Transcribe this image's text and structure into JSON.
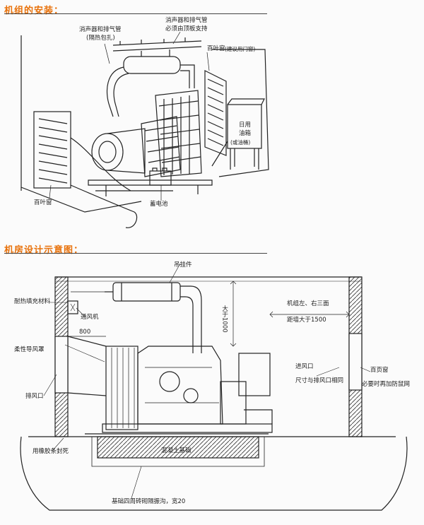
{
  "colors": {
    "accent": "#e8710a",
    "line": "#222222",
    "paper": "#fbfbfb"
  },
  "section1": {
    "title": "机组的安装：",
    "labels": {
      "muffler_insulated_1": "消声器和排气管",
      "muffler_insulated_2": "(隔热包扎)",
      "muffler_support_1": "消声器和排气管",
      "muffler_support_2": "必须由顶板支持",
      "louver_top": "百叶窗",
      "louver_top_note": "(建议用门窗)",
      "tank_1": "日用",
      "tank_2": "油箱",
      "tank_note": "(或油桶)",
      "louver_bottom": "百叶窗",
      "battery": "蓄电池"
    }
  },
  "section2": {
    "title": "机房设计示意图：",
    "labels": {
      "hanger": "吊挂件",
      "insulation": "耐热填充材料",
      "fan": "通风机",
      "dim_800": "800",
      "flex_duct": "柔性导风罩",
      "exhaust": "排风口",
      "seal": "用橡胶条封死",
      "clearance": "大于1000",
      "side_1": "机组左、右三面",
      "side_2": "距墙大于1500",
      "intake": "进风口",
      "intake_note": "尺寸与排风口相同",
      "louver": "百页窗",
      "louver_note": "必要时再加防鼠网",
      "foundation": "混凝土基础",
      "caption": "基础四周砖砌隔振沟，宽20"
    }
  }
}
